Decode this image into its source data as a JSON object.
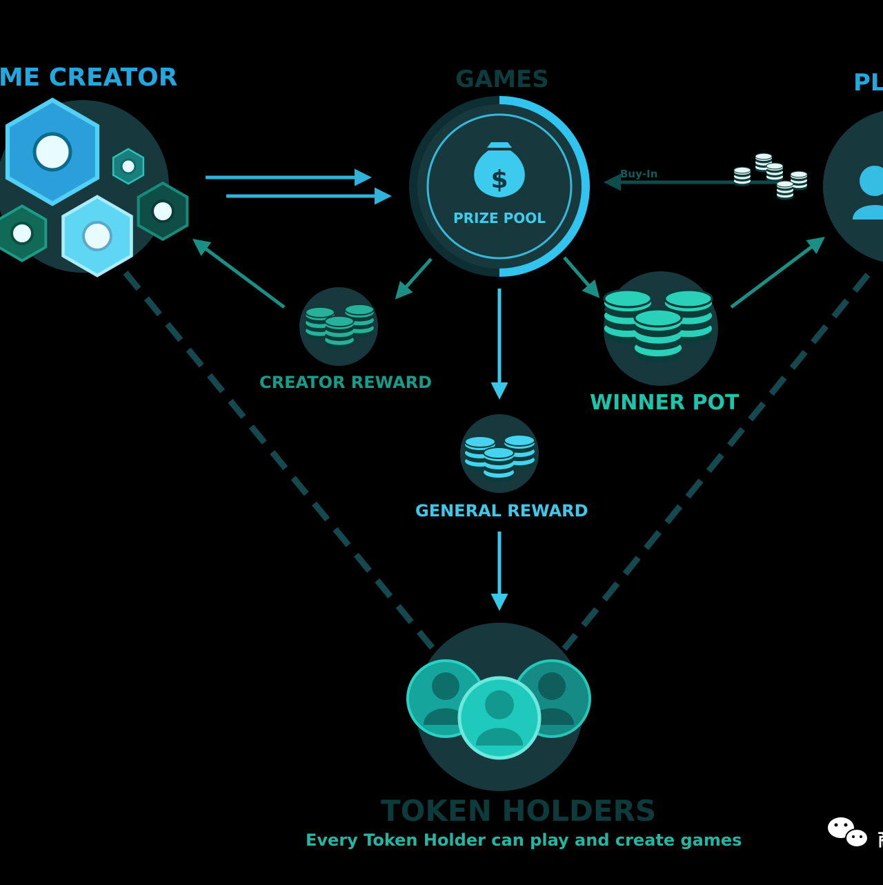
{
  "labels": {
    "game_creator": "AME CREATOR",
    "games": "GAMES",
    "player": "PL",
    "prize_pool": "PRIZE POOL",
    "buy_in": "Buy-In",
    "creator_reward": "CREATOR REWARD",
    "winner_pot": "WINNER POT",
    "general_reward": "GENERAL REWARD",
    "token_holders": "TOKEN HOLDERS",
    "token_holders_sub": "Every Token Holder can play and create games",
    "dollar": "$",
    "wechat_glyph": "商"
  },
  "icons": [
    "hexagon-cluster-icon",
    "money-bag-icon",
    "coin-stack-icon",
    "user-icon",
    "wechat-icon"
  ],
  "colors": {
    "background": "#000000",
    "accent_blue": "#22a8df",
    "teal": "#149d88",
    "dark_teal": "#0e3b3d",
    "circle_bg": "#17393e",
    "bright_cyan": "#3ec9ea"
  }
}
